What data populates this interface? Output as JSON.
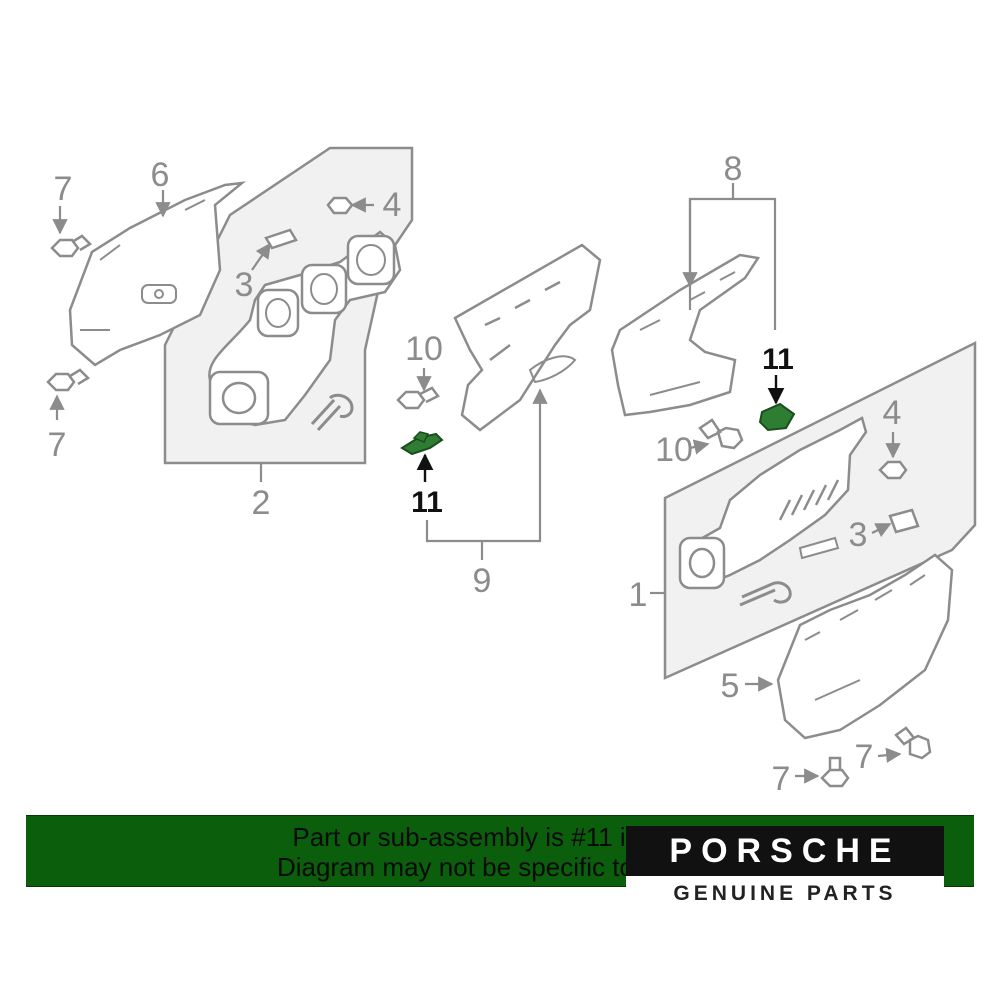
{
  "callouts": {
    "c1": "1",
    "c2": "2",
    "c3_left": "3",
    "c3_right": "3",
    "c4_left": "4",
    "c4_right": "4",
    "c5": "5",
    "c6": "6",
    "c7_top": "7",
    "c7_mid": "7",
    "c7_br1": "7",
    "c7_br2": "7",
    "c8": "8",
    "c9": "9",
    "c10_left": "10",
    "c10_right": "10",
    "c11_left": "11",
    "c11_right": "11"
  },
  "banner": {
    "line1": "Part or sub-assembly is #11 in di",
    "line2": "Diagram may not be specific to you"
  },
  "logo": {
    "wordmark": "PORSCHE",
    "subtitle": "GENUINE PARTS"
  },
  "colors": {
    "line": "#8c8c8c",
    "panel": "#f1f1f1",
    "part_fill": "#ffffff",
    "highlight": "#2e7d32",
    "banner": "#0b5e0b",
    "callout_hi": "#111111"
  }
}
